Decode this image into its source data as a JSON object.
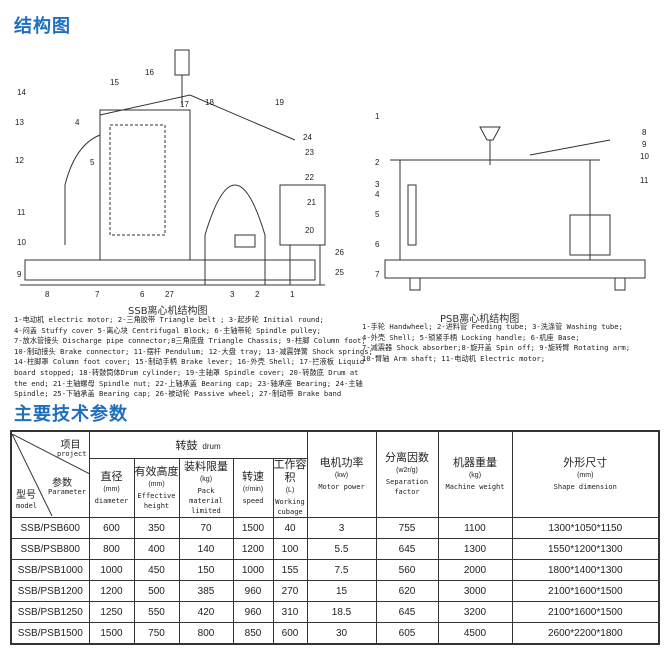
{
  "section1_title": "结构图",
  "section2_title": "主要技术参数",
  "ssb": {
    "caption": "SSB离心机结构图",
    "legend": [
      "1-电动机 electric motor; 2-三角胶带 Triangle belt ; 3-起步轮 Initial round;",
      "4-闷盖 Stuffy cover 5-离心块 Centrifugal Block; 6-主轴带轮 Spindle pulley;",
      "7-放水管接头 Discharge pipe connector;8三角底盘 Triangle Chassis; 9-柱脚 Column foot;",
      "10-制动接头 Brake connector; 11-摆杆 Pendulum; 12-大盘 tray; 13-减震弹簧 Shock springs;",
      "14-柱脚罩 Column foot cover; 15-制动手柄 Brake lever; 16-外壳 Shell; 17-拦液板 Liquid",
      "board stopped; 18-转鼓筒体Drum cylinder; 19-主轴罩 Spindle cover; 20-转鼓底 Drum at",
      "the end; 21-主轴螺母 Spindle nut; 22-上轴承盖 Bearing cap; 23-轴承座 Bearing; 24-主轴",
      "Spindle; 25-下轴承盖 Bearing cap; 26-被动轮 Passive wheel; 27-制动带 Brake band"
    ],
    "labels": [
      "1",
      "2",
      "3",
      "4",
      "5",
      "6",
      "7",
      "8",
      "9",
      "10",
      "11",
      "12",
      "13",
      "14",
      "15",
      "16",
      "17",
      "18",
      "19",
      "20",
      "21",
      "22",
      "23",
      "24",
      "25",
      "26",
      "27"
    ]
  },
  "psb": {
    "caption": "PSB离心机结构图",
    "legend": [
      "1-手轮 Handwheel; 2-进料管 Feeding tube; 3-洗涤管 Washing tube;",
      "4-外壳 Shell; 5-锁紧手柄 Locking handle; 6-机座 Base;",
      "7-减震器 Shock absorber;8-旋开盖 Spin off; 9-旋转臂 Rotating arm;",
      "10-臂轴 Arm shaft; 11-电动机 Electric motor;"
    ],
    "labels": [
      "1",
      "2",
      "3",
      "4",
      "5",
      "6",
      "7",
      "8",
      "9",
      "10",
      "11"
    ]
  },
  "table": {
    "corner": {
      "project_cn": "项目",
      "project_en": "project",
      "param_cn": "参数",
      "param_en": "Parameter",
      "model_cn": "型号",
      "model_en": "model"
    },
    "drum": {
      "cn": "转鼓",
      "en": "drum"
    },
    "columns": [
      {
        "cn": "直径",
        "unit": "(mm)",
        "en": "diameter"
      },
      {
        "cn": "有效高度",
        "unit": "(mm)",
        "en": "Effective height"
      },
      {
        "cn": "装料限量",
        "unit": "(kg)",
        "en": "Pack material limited"
      },
      {
        "cn": "转速",
        "unit": "(r/min)",
        "en": "speed"
      },
      {
        "cn": "工作容积",
        "unit": "(L)",
        "en": "Working cubage"
      },
      {
        "cn": "电机功率",
        "unit": "(kw)",
        "en": "Motor power"
      },
      {
        "cn": "分离因数",
        "unit": "(w2r/g)",
        "en": "Separation factor"
      },
      {
        "cn": "机器重量",
        "unit": "(kg)",
        "en": "Machine weight"
      },
      {
        "cn": "外形尺寸",
        "unit": "(mm)",
        "en": "Shape dimension"
      }
    ],
    "rows": [
      [
        "SSB/PSB600",
        "600",
        "350",
        "70",
        "1500",
        "40",
        "3",
        "755",
        "1100",
        "1300*1050*1150"
      ],
      [
        "SSB/PSB800",
        "800",
        "400",
        "140",
        "1200",
        "100",
        "5.5",
        "645",
        "1300",
        "1550*1200*1300"
      ],
      [
        "SSB/PSB1000",
        "1000",
        "450",
        "150",
        "1000",
        "155",
        "7.5",
        "560",
        "2000",
        "1800*1400*1300"
      ],
      [
        "SSB/PSB1200",
        "1200",
        "500",
        "385",
        "960",
        "270",
        "15",
        "620",
        "3000",
        "2100*1600*1500"
      ],
      [
        "SSB/PSB1250",
        "1250",
        "550",
        "420",
        "960",
        "310",
        "18.5",
        "645",
        "3200",
        "2100*1600*1500"
      ],
      [
        "SSB/PSB1500",
        "1500",
        "750",
        "800",
        "850",
        "600",
        "30",
        "605",
        "4500",
        "2600*2200*1800"
      ]
    ]
  }
}
